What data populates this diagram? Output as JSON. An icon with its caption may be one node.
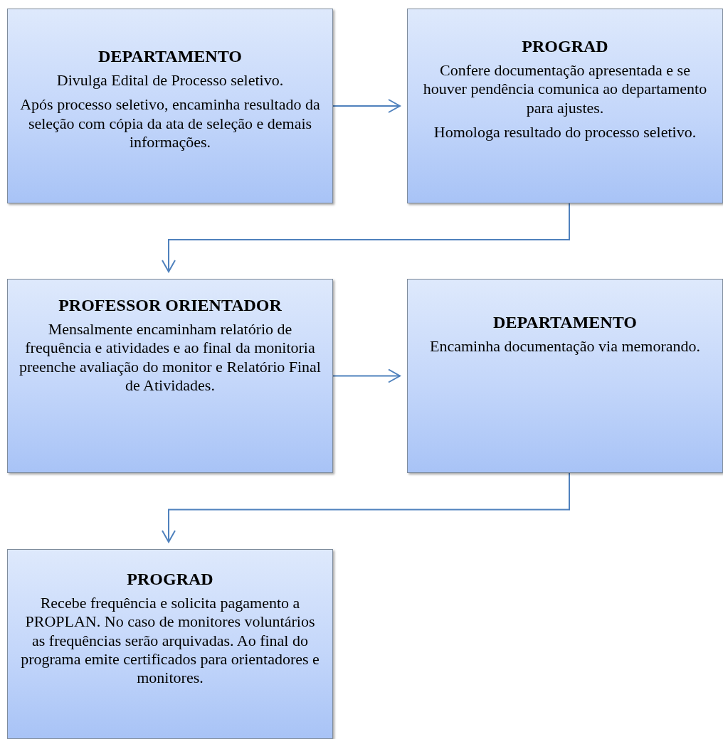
{
  "diagram": {
    "nodes": [
      {
        "text": [
          "DEPARTAMENTO",
          "Divulga Edital de Processo seletivo.",
          "Após processo seletivo, encaminha resultado da seleção com cópia da ata de seleção e demais informações."
        ]
      },
      {
        "text": [
          "PROGRAD",
          "Confere documentação apresentada e se houver pendência comunica ao departamento para ajustes.",
          "Homologa resultado do processo seletivo."
        ]
      },
      {
        "text": [
          "PROFESSOR ORIENTADOR",
          "Mensalmente encaminham relatório de frequência e atividades e ao final da monitoria preenche avaliação do monitor e Relatório Final de Atividades."
        ]
      },
      {
        "text": [
          "DEPARTAMENTO",
          "Encaminha documentação via memorando."
        ]
      },
      {
        "text": [
          "PROGRAD",
          "Recebe frequência e solicita pagamento a PROPLAN. No caso de monitores voluntários as frequências serão arquivadas. Ao final do programa emite certificados para orientadores e monitores."
        ]
      }
    ],
    "edges": [
      {
        "from": 0,
        "to": 1,
        "arrow": "to"
      },
      {
        "from": 1,
        "to": 2,
        "arrow": "to"
      },
      {
        "from": 2,
        "to": 3,
        "arrow": "to"
      },
      {
        "from": 3,
        "to": 4,
        "arrow": "to"
      }
    ]
  }
}
